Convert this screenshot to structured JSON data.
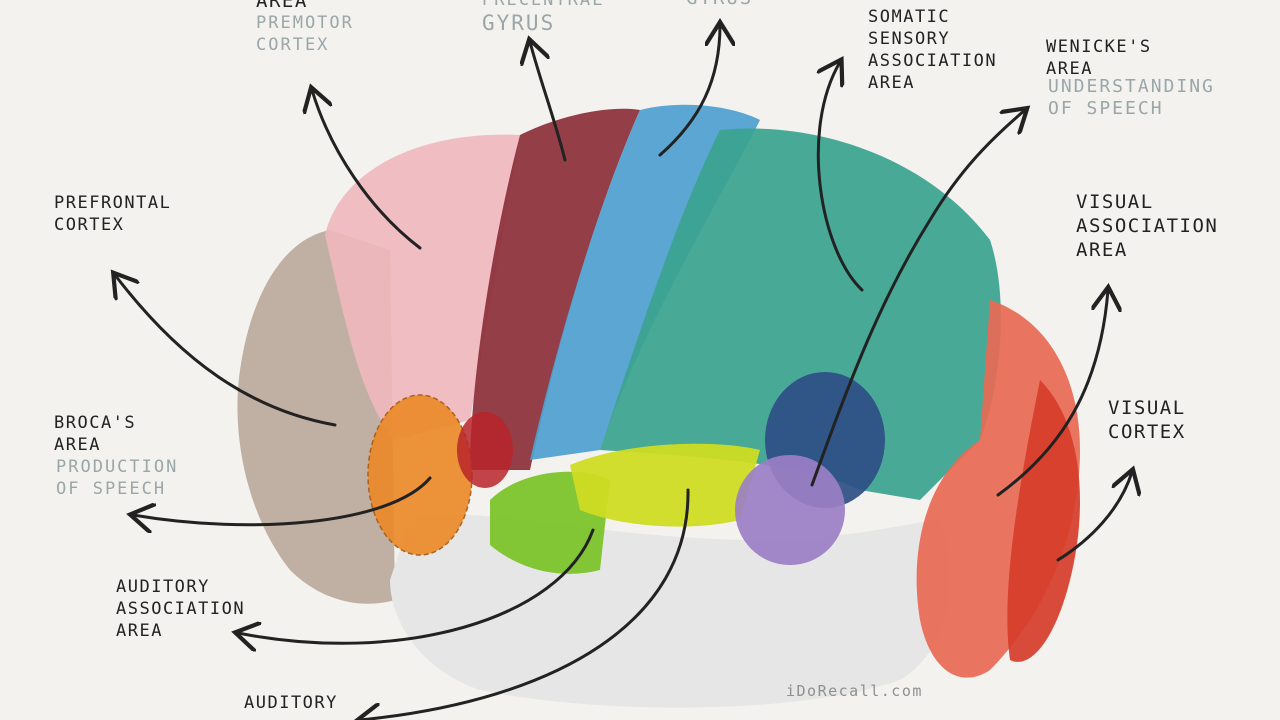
{
  "labels": {
    "premotor_top": "AREA",
    "premotor_sub": "PREMOTOR\nCORTEX",
    "precentral_top": "PRECENTRAL",
    "precentral_sub": "GYRUS",
    "postcentral_sub": "GYRUS",
    "somatic": "SOMATIC\nSENSORY\nASSOCIATION\nAREA",
    "wernicke": "WENICKE'S\nAREA",
    "wernicke_sub": "UNDERSTANDING\nOF SPEECH",
    "prefrontal": "PREFRONTAL\nCORTEX",
    "visual_assoc": "VISUAL\nASSOCIATION\nAREA",
    "visual_cortex": "VISUAL\nCORTEX",
    "broca": "BROCA'S\nAREA",
    "broca_sub": "PRODUCTION\nOF SPEECH",
    "auditory_assoc": "AUDITORY\nASSOCIATION\nAREA",
    "auditory": "AUDITORY"
  },
  "watermark": "iDoRecall.com",
  "colors": {
    "background": "#f3f2ef",
    "prefrontal": "#b9a99a",
    "premotor": "#f0b8bd",
    "motor": "#8c2f3a",
    "somatosensory": "#4ea0cf",
    "association": "#3aa38f",
    "visual_assoc": "#e86a55",
    "visual": "#d63d2a",
    "broca": "#ec8a2a",
    "auditory_primary": "#cfdc22",
    "auditory_assoc": "#7cc42c",
    "wernicke": "#2f4e85",
    "wernicke_inner": "#9b7fc4",
    "temporal": "#e6e6e6",
    "ink": "#222222",
    "sublabel": "#9aa6a8"
  }
}
